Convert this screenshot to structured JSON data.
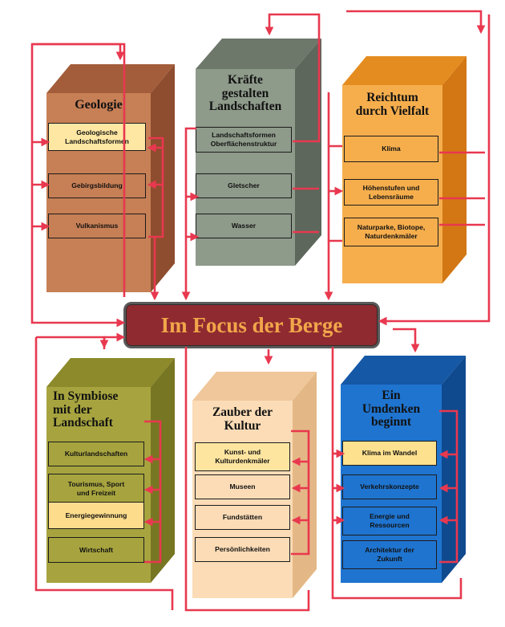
{
  "center": {
    "title": "Im Focus der Berge"
  },
  "colors": {
    "arrow": "#e8384f"
  },
  "pillars": [
    {
      "id": "geologie",
      "title_lines": [
        "Geologie"
      ],
      "items": [
        {
          "lines": [
            "Geologische",
            "Landschaftsformen"
          ]
        },
        {
          "lines": [
            "Gebirgsbildung"
          ]
        },
        {
          "lines": [
            "Vulkanismus"
          ]
        }
      ]
    },
    {
      "id": "kraefte",
      "title_lines": [
        "Kräfte",
        "gestalten",
        "Landschaften"
      ],
      "items": [
        {
          "lines": [
            "Landschaftsformen",
            "Oberflächenstruktur"
          ]
        },
        {
          "lines": [
            "Gletscher"
          ]
        },
        {
          "lines": [
            "Wasser"
          ]
        }
      ]
    },
    {
      "id": "reichtum",
      "title_lines": [
        "Reichtum",
        "durch Vielfalt"
      ],
      "items": [
        {
          "lines": [
            "Klima"
          ]
        },
        {
          "lines": [
            "Höhenstufen und",
            "Lebensräume"
          ]
        },
        {
          "lines": [
            "Naturparke, Biotope,",
            "Naturdenkmäler"
          ]
        }
      ]
    },
    {
      "id": "symbiose",
      "title_lines": [
        "In Symbiose",
        "mit der",
        "Landschaft"
      ],
      "items": [
        {
          "lines": [
            "Kulturlandschaften"
          ]
        },
        {
          "lines": [
            "Tourismus, Sport",
            "und Freizeit"
          ]
        },
        {
          "lines": [
            "Energiegewinnung"
          ]
        },
        {
          "lines": [
            "Wirtschaft"
          ]
        }
      ]
    },
    {
      "id": "zauber",
      "title_lines": [
        "Zauber der",
        "Kultur"
      ],
      "items": [
        {
          "lines": [
            "Kunst- und",
            "Kulturdenkmäler"
          ]
        },
        {
          "lines": [
            "Museen"
          ]
        },
        {
          "lines": [
            "Fundstätten"
          ]
        },
        {
          "lines": [
            "Persönlichkeiten"
          ]
        }
      ]
    },
    {
      "id": "umdenken",
      "title_lines": [
        "Ein",
        "Umdenken",
        "beginnt"
      ],
      "items": [
        {
          "lines": [
            "Klima im Wandel"
          ]
        },
        {
          "lines": [
            "Verkehrskonzepte"
          ]
        },
        {
          "lines": [
            "Energie und",
            "Ressourcen"
          ]
        },
        {
          "lines": [
            "Architektur der",
            "Zukunft"
          ]
        }
      ]
    }
  ]
}
